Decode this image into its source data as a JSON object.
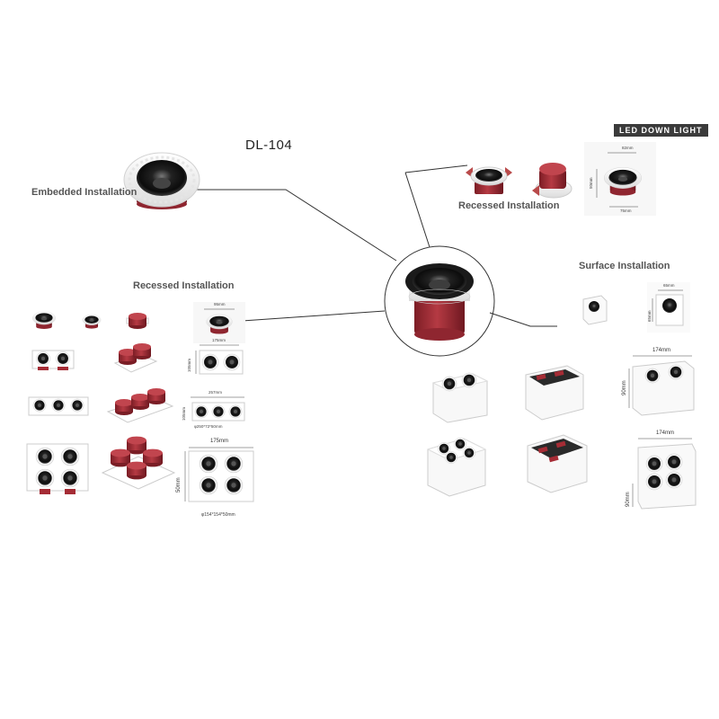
{
  "brand_badge": "LED DOWN LIGHT",
  "model": "DL-104",
  "labels": {
    "embedded": "Embedded Installation",
    "recessed_top": "Recessed Installation",
    "recessed_left": "Recessed Installation",
    "surface": "Surface Installation"
  },
  "dims": {
    "single_width": "82mm",
    "single_height": "50mm",
    "single_base": "75mm",
    "surface_single_w": "65mm",
    "surface_single_h": "65mm",
    "left_single_w": "95mm",
    "left_double_w": "175mm",
    "left_double_h": "105mm",
    "left_triple_w": "257mm",
    "left_triple_h": "105mm",
    "left_triple_note": "φ250*72*50mm",
    "left_quad_w": "175mm",
    "left_quad_h": "50mm",
    "left_quad_note": "φ154*154*50mm",
    "surface_double_w": "174mm",
    "surface_double_h": "90mm",
    "surface_quad_w": "174mm",
    "surface_quad_h": "90mm"
  },
  "colors": {
    "housing": "#f2f2f2",
    "reflector": "#1c1c1c",
    "heatsink": "#a52c35",
    "line": "#333333"
  }
}
